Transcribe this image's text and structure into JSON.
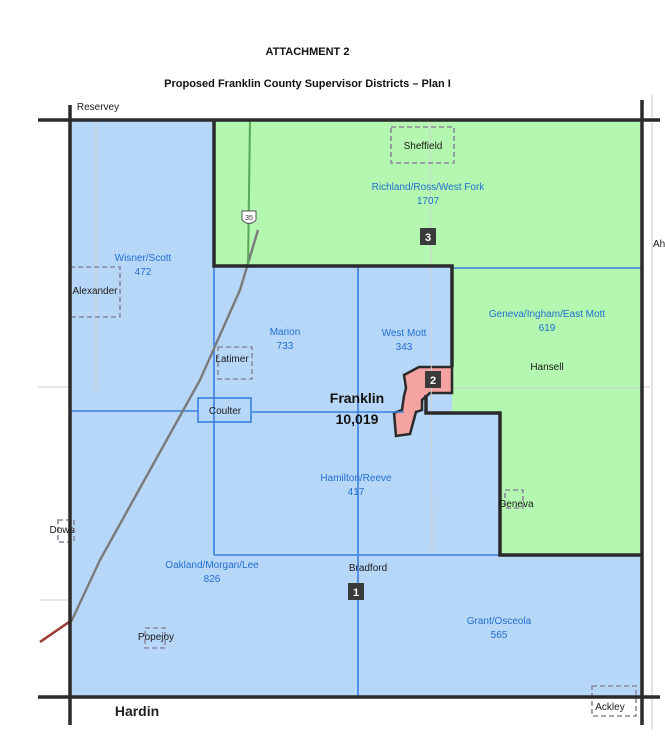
{
  "document": {
    "attachment": "ATTACHMENT 2",
    "title": "Proposed Franklin County Supervisor Districts – Plan I"
  },
  "colors": {
    "district1": "#b7d7f8",
    "district2": "#f4a3a0",
    "district3": "#b3f7b0",
    "boundary": "#2a2a2a",
    "township_line": "#3a7fe0",
    "label_blue": "#1f6fd1",
    "marker_bg": "#3a3a3a"
  },
  "county_seat": {
    "name": "Franklin",
    "population": "10,019"
  },
  "district_markers": [
    "1",
    "2",
    "3"
  ],
  "townships": [
    {
      "name": "Richland/Ross/West Fork",
      "population": "1707"
    },
    {
      "name": "Wisner/Scott",
      "population": "472"
    },
    {
      "name": "Marion",
      "population": "733"
    },
    {
      "name": "West Mott",
      "population": "343"
    },
    {
      "name": "Geneva/Ingham/East Mott",
      "population": "619"
    },
    {
      "name": "Hamilton/Reeve",
      "population": "417"
    },
    {
      "name": "Oakland/Morgan/Lee",
      "population": "826"
    },
    {
      "name": "Grant/Osceola",
      "population": "565"
    }
  ],
  "places": [
    "Sheffield",
    "Alexander",
    "Latimer",
    "Coulter",
    "Hansell",
    "Geneva",
    "Dows",
    "Bradford",
    "Popejoy",
    "Ackley",
    "Hardin",
    "Reservey",
    "Ah"
  ],
  "highway_shield": "35"
}
